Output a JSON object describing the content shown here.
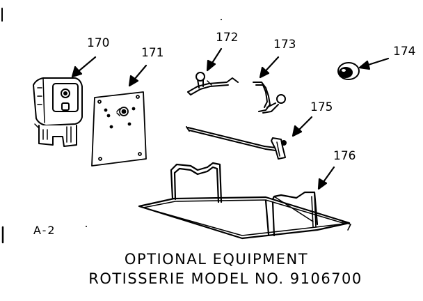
{
  "colors": {
    "ink": "#000000",
    "paper": "#ffffff"
  },
  "parts": [
    {
      "number": "170",
      "name": "motor-unit"
    },
    {
      "number": "171",
      "name": "mounting-plate"
    },
    {
      "number": "172",
      "name": "bracket-left"
    },
    {
      "number": "173",
      "name": "bracket-right"
    },
    {
      "number": "174",
      "name": "knob"
    },
    {
      "number": "175",
      "name": "spit-rod"
    },
    {
      "number": "176",
      "name": "wire-rack"
    }
  ],
  "figure_label": "A-2",
  "caption": {
    "line1": "OPTIONAL EQUIPMENT",
    "line2": "ROTISSERIE MODEL NO. 9106700"
  }
}
